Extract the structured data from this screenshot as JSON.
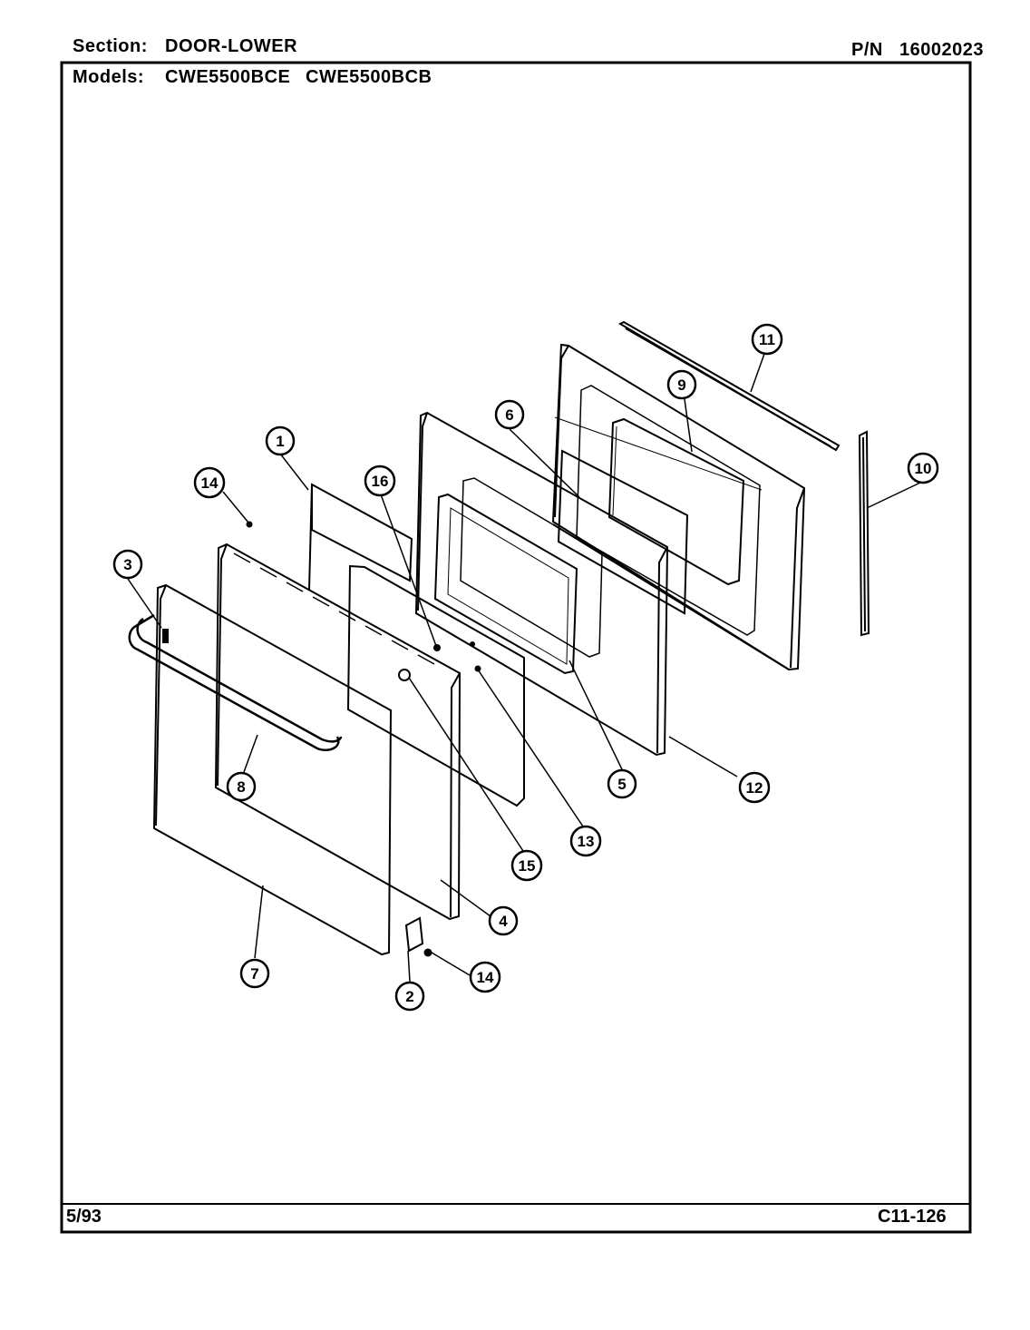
{
  "header": {
    "section_label": "Section:",
    "section_value": "DOOR-LOWER",
    "pn_label": "P/N",
    "pn_value": "16002023",
    "models_label": "Models:",
    "models": [
      "CWE5500BCE",
      "CWE5500BCB"
    ]
  },
  "footer": {
    "date": "5/93",
    "code": "C11-126"
  },
  "callouts": [
    "1",
    "2",
    "3",
    "4",
    "5",
    "6",
    "7",
    "8",
    "9",
    "10",
    "11",
    "12",
    "13",
    "14",
    "14",
    "15",
    "16"
  ]
}
